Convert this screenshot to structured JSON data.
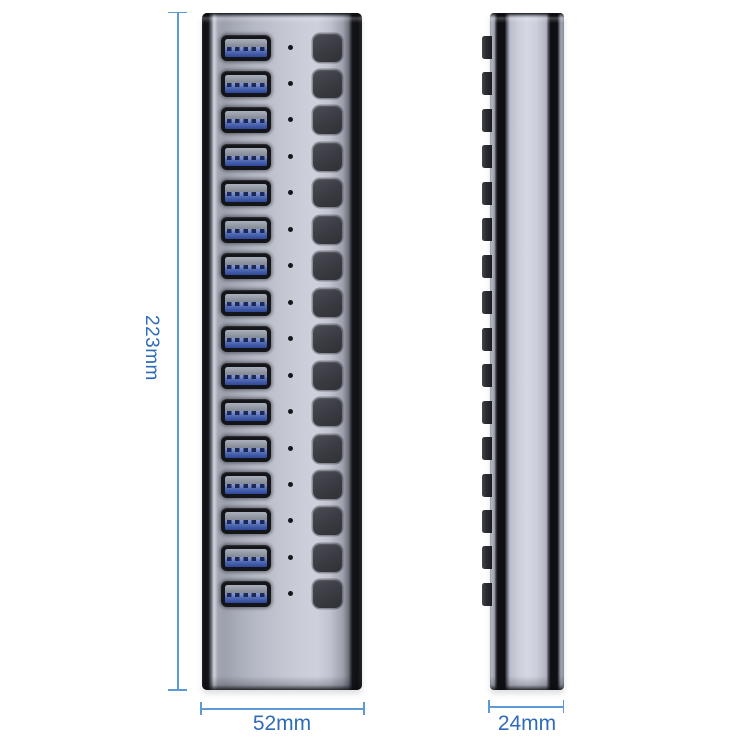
{
  "views": {
    "front": {
      "ports": [
        1,
        2,
        3,
        4,
        5,
        6,
        7,
        8,
        9,
        10,
        11,
        12,
        13,
        14,
        15,
        16
      ],
      "row_elements": [
        "usb-a-port",
        "led-indicator",
        "power-button"
      ]
    },
    "side": {
      "button_tabs": [
        1,
        2,
        3,
        4,
        5,
        6,
        7,
        8,
        9,
        10,
        11,
        12,
        13,
        14,
        15,
        16
      ]
    }
  },
  "annotations": {
    "height_label": "223mm",
    "width_label": "52mm",
    "depth_label": "24mm"
  },
  "colors": {
    "background": "#ffffff",
    "dimension_line": "#5f99d3",
    "dimension_text": "#2e6cb8",
    "metal_body_light": "#d5d7e3",
    "metal_body_mid": "#a8acb8",
    "edge_black": "#0e0f13",
    "usb_connector_blue": "#4c66b0",
    "button_grey": "#3a3b42",
    "led_black": "#17171b"
  }
}
